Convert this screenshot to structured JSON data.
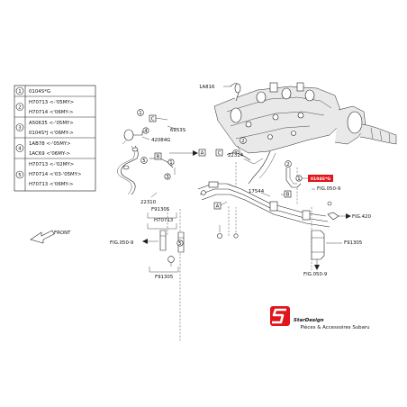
{
  "legend": {
    "rows": [
      {
        "callout": "1",
        "entries": [
          "0104S*G"
        ]
      },
      {
        "callout": "2",
        "entries": [
          "H70713 <-'05MY>",
          "H70714 <'06MY->"
        ]
      },
      {
        "callout": "3",
        "entries": [
          "A50635 <-'05MY>",
          "0104S*J <'06MY->"
        ]
      },
      {
        "callout": "4",
        "entries": [
          "1AB78 <-'05MY>",
          "1AC69 <'06MY->"
        ]
      },
      {
        "callout": "5",
        "entries": [
          "H70713 <-'02MY>",
          "H70714 <'03-'05MY>",
          "H70713 <'06MY->"
        ]
      }
    ]
  },
  "diagram": {
    "labels": {
      "p_1a816": "1A816",
      "p_6953s": "6953S",
      "p_42084g": "42084G",
      "p_22314": "22314",
      "p_22310": "22310",
      "p_17544": "17544",
      "p_f91305_left_top": "F91305",
      "p_h70713": "H70713",
      "p_f91305_left_bottom": "F91305",
      "p_f91305_right": "F91305",
      "fig_050_9_left": "FIG.050-9",
      "fig_050_9_right_top": "FIG.050-9",
      "fig_420": "FIG.420",
      "fig_050_9_right_bottom": "FIG.050-9",
      "front": "FRONT",
      "highlight_part": "0104S*G"
    },
    "refs": {
      "a": "A",
      "b": "B",
      "c": "C"
    },
    "callouts": {
      "c1": "1",
      "c2": "2",
      "c3": "3",
      "c4": "4",
      "c5": "5"
    },
    "highlight_color": "#e3141b"
  },
  "logo": {
    "name": "StarDesign",
    "tagline": "Pièces & Accessoires Subaru",
    "brand_color": "#e3141b",
    "text_color": "#3a3a3a"
  }
}
